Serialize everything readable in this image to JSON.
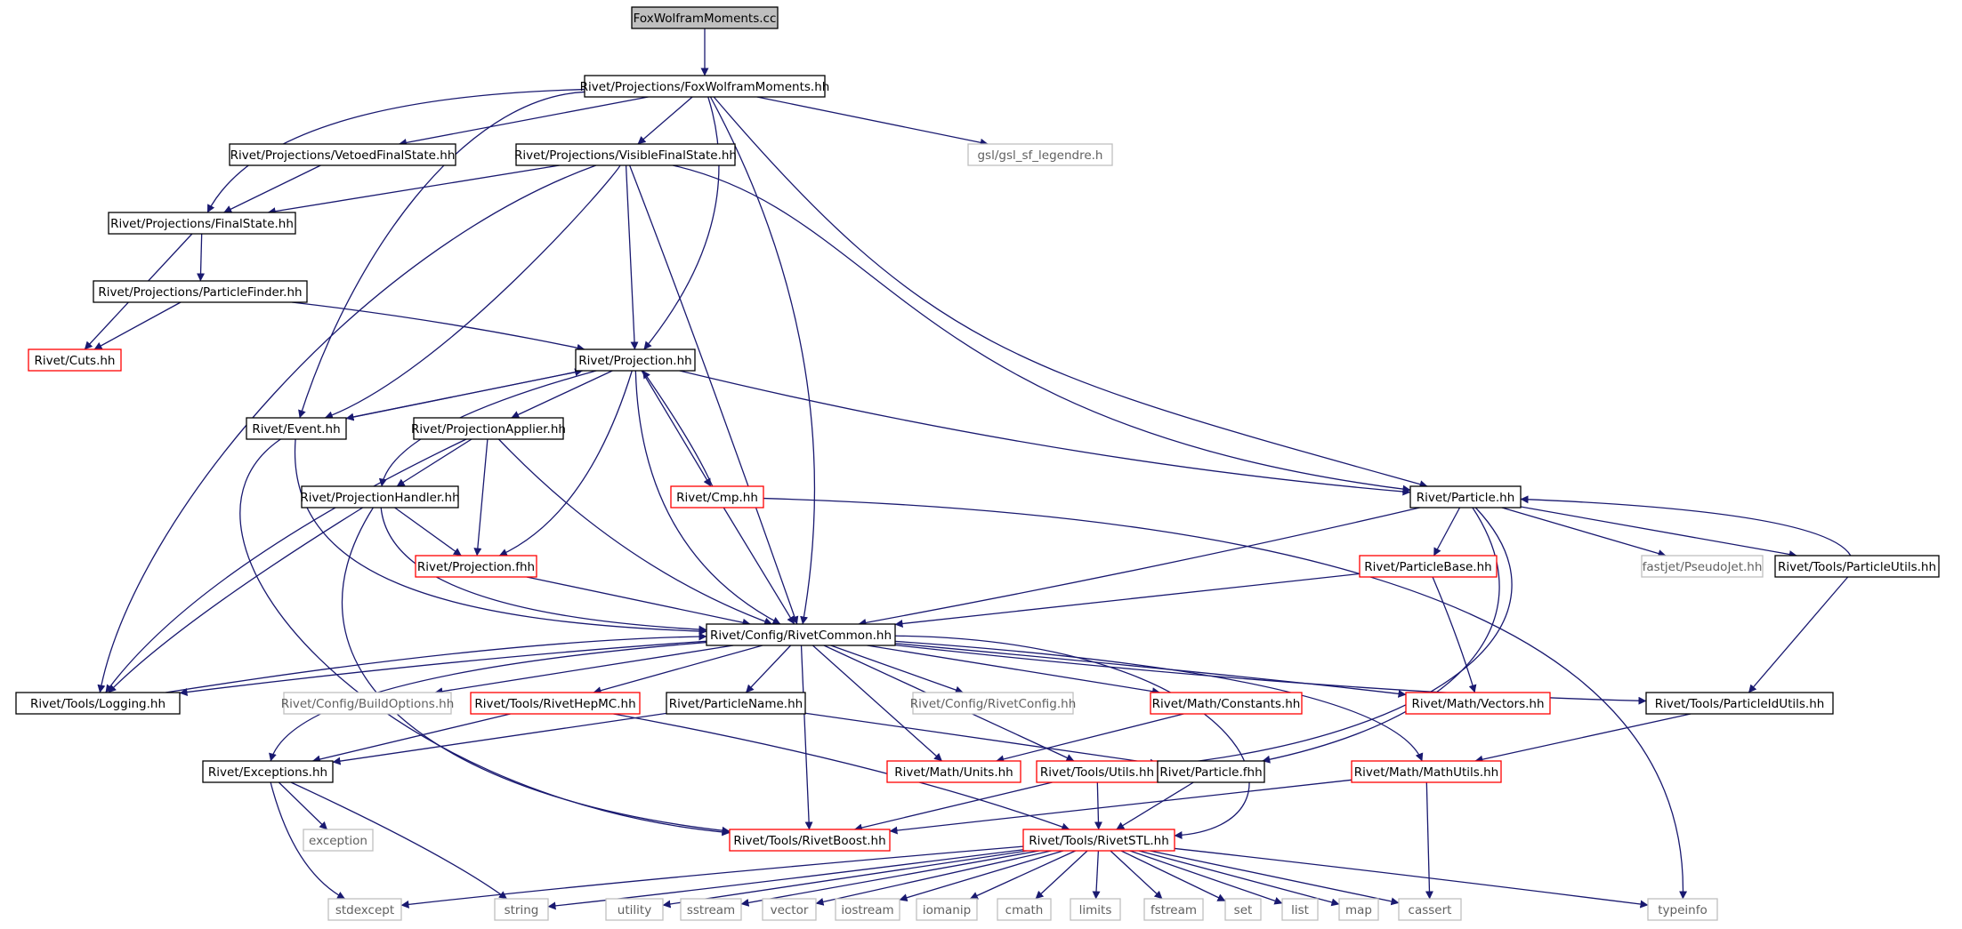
{
  "colors": {
    "edge": "#191970",
    "node_border_default": "#000000",
    "node_border_truncated": "#ff0000",
    "node_border_external": "#bfbfbf",
    "node_fill_root": "#bfbfbf",
    "node_fill_default": "#ffffff",
    "text_default": "#000000",
    "text_external": "#606060"
  },
  "nodes": [
    {
      "id": "fwm_cc",
      "label": "FoxWolframMoments.cc",
      "kind": "root"
    },
    {
      "id": "fwm_hh",
      "label": "Rivet/Projections/FoxWolframMoments.hh",
      "kind": "normal"
    },
    {
      "id": "vetoed",
      "label": "Rivet/Projections/VetoedFinalState.hh",
      "kind": "normal"
    },
    {
      "id": "visible",
      "label": "Rivet/Projections/VisibleFinalState.hh",
      "kind": "normal"
    },
    {
      "id": "gsl",
      "label": "gsl/gsl_sf_legendre.h",
      "kind": "external"
    },
    {
      "id": "finalstate",
      "label": "Rivet/Projections/FinalState.hh",
      "kind": "normal"
    },
    {
      "id": "pfinder",
      "label": "Rivet/Projections/ParticleFinder.hh",
      "kind": "normal"
    },
    {
      "id": "cuts",
      "label": "Rivet/Cuts.hh",
      "kind": "truncated"
    },
    {
      "id": "projection",
      "label": "Rivet/Projection.hh",
      "kind": "normal"
    },
    {
      "id": "event",
      "label": "Rivet/Event.hh",
      "kind": "normal"
    },
    {
      "id": "papplier",
      "label": "Rivet/ProjectionApplier.hh",
      "kind": "normal"
    },
    {
      "id": "phandler",
      "label": "Rivet/ProjectionHandler.hh",
      "kind": "normal"
    },
    {
      "id": "cmp",
      "label": "Rivet/Cmp.hh",
      "kind": "truncated"
    },
    {
      "id": "projfhh",
      "label": "Rivet/Projection.fhh",
      "kind": "truncated"
    },
    {
      "id": "particle",
      "label": "Rivet/Particle.hh",
      "kind": "normal"
    },
    {
      "id": "pseudojet",
      "label": "fastjet/PseudoJet.hh",
      "kind": "external"
    },
    {
      "id": "putils",
      "label": "Rivet/Tools/ParticleUtils.hh",
      "kind": "normal"
    },
    {
      "id": "pbase",
      "label": "Rivet/ParticleBase.hh",
      "kind": "truncated"
    },
    {
      "id": "rcommon",
      "label": "Rivet/Config/RivetCommon.hh",
      "kind": "normal"
    },
    {
      "id": "logging",
      "label": "Rivet/Tools/Logging.hh",
      "kind": "normal"
    },
    {
      "id": "buildopts",
      "label": "Rivet/Config/BuildOptions.hh",
      "kind": "external"
    },
    {
      "id": "hepmc",
      "label": "Rivet/Tools/RivetHepMC.hh",
      "kind": "truncated"
    },
    {
      "id": "pname",
      "label": "Rivet/ParticleName.hh",
      "kind": "normal"
    },
    {
      "id": "rconfig",
      "label": "Rivet/Config/RivetConfig.hh",
      "kind": "external"
    },
    {
      "id": "constants",
      "label": "Rivet/Math/Constants.hh",
      "kind": "truncated"
    },
    {
      "id": "vectors",
      "label": "Rivet/Math/Vectors.hh",
      "kind": "truncated"
    },
    {
      "id": "pidutils",
      "label": "Rivet/Tools/ParticleIdUtils.hh",
      "kind": "normal"
    },
    {
      "id": "exceptions",
      "label": "Rivet/Exceptions.hh",
      "kind": "normal"
    },
    {
      "id": "units",
      "label": "Rivet/Math/Units.hh",
      "kind": "truncated"
    },
    {
      "id": "tutils",
      "label": "Rivet/Tools/Utils.hh",
      "kind": "truncated"
    },
    {
      "id": "particlefhh",
      "label": "Rivet/Particle.fhh",
      "kind": "normal"
    },
    {
      "id": "mathutils",
      "label": "Rivet/Math/MathUtils.hh",
      "kind": "truncated"
    },
    {
      "id": "exception",
      "label": "exception",
      "kind": "external"
    },
    {
      "id": "rboost",
      "label": "Rivet/Tools/RivetBoost.hh",
      "kind": "truncated"
    },
    {
      "id": "rstl",
      "label": "Rivet/Tools/RivetSTL.hh",
      "kind": "truncated"
    },
    {
      "id": "stdexcept",
      "label": "stdexcept",
      "kind": "external"
    },
    {
      "id": "string",
      "label": "string",
      "kind": "external"
    },
    {
      "id": "utility",
      "label": "utility",
      "kind": "external"
    },
    {
      "id": "sstream",
      "label": "sstream",
      "kind": "external"
    },
    {
      "id": "vector",
      "label": "vector",
      "kind": "external"
    },
    {
      "id": "iostream",
      "label": "iostream",
      "kind": "external"
    },
    {
      "id": "iomanip",
      "label": "iomanip",
      "kind": "external"
    },
    {
      "id": "cmath",
      "label": "cmath",
      "kind": "external"
    },
    {
      "id": "limits",
      "label": "limits",
      "kind": "external"
    },
    {
      "id": "fstream",
      "label": "fstream",
      "kind": "external"
    },
    {
      "id": "set",
      "label": "set",
      "kind": "external"
    },
    {
      "id": "list",
      "label": "list",
      "kind": "external"
    },
    {
      "id": "map",
      "label": "map",
      "kind": "external"
    },
    {
      "id": "cassert",
      "label": "cassert",
      "kind": "external"
    },
    {
      "id": "typeinfo",
      "label": "typeinfo",
      "kind": "external"
    }
  ],
  "edges": [
    [
      "fwm_cc",
      "fwm_hh"
    ],
    [
      "fwm_hh",
      "finalstate"
    ],
    [
      "fwm_hh",
      "vetoed"
    ],
    [
      "fwm_hh",
      "visible"
    ],
    [
      "fwm_hh",
      "event"
    ],
    [
      "fwm_hh",
      "projection"
    ],
    [
      "fwm_hh",
      "rcommon"
    ],
    [
      "fwm_hh",
      "particle"
    ],
    [
      "fwm_hh",
      "gsl"
    ],
    [
      "vetoed",
      "finalstate"
    ],
    [
      "visible",
      "finalstate"
    ],
    [
      "visible",
      "logging"
    ],
    [
      "visible",
      "event"
    ],
    [
      "visible",
      "projection"
    ],
    [
      "visible",
      "rcommon"
    ],
    [
      "visible",
      "particle"
    ],
    [
      "finalstate",
      "pfinder"
    ],
    [
      "finalstate",
      "cuts"
    ],
    [
      "pfinder",
      "cuts"
    ],
    [
      "pfinder",
      "projection"
    ],
    [
      "projection",
      "event"
    ],
    [
      "projection",
      "papplier"
    ],
    [
      "projection",
      "phandler"
    ],
    [
      "projection",
      "cmp"
    ],
    [
      "projection",
      "projfhh"
    ],
    [
      "projection",
      "rcommon"
    ],
    [
      "projection",
      "particle"
    ],
    [
      "event",
      "projection"
    ],
    [
      "event",
      "rcommon"
    ],
    [
      "event",
      "rboost"
    ],
    [
      "papplier",
      "phandler"
    ],
    [
      "papplier",
      "projfhh"
    ],
    [
      "papplier",
      "rcommon"
    ],
    [
      "papplier",
      "logging"
    ],
    [
      "phandler",
      "projfhh"
    ],
    [
      "phandler",
      "rcommon"
    ],
    [
      "phandler",
      "logging"
    ],
    [
      "phandler",
      "rboost"
    ],
    [
      "cmp",
      "projection"
    ],
    [
      "cmp",
      "rcommon"
    ],
    [
      "cmp",
      "typeinfo"
    ],
    [
      "projfhh",
      "rcommon"
    ],
    [
      "particle",
      "rcommon"
    ],
    [
      "particle",
      "pbase"
    ],
    [
      "particle",
      "pseudojet"
    ],
    [
      "particle",
      "putils"
    ],
    [
      "particle",
      "particlefhh"
    ],
    [
      "particle",
      "tutils"
    ],
    [
      "putils",
      "particle"
    ],
    [
      "putils",
      "pidutils"
    ],
    [
      "pbase",
      "rcommon"
    ],
    [
      "pbase",
      "vectors"
    ],
    [
      "rcommon",
      "logging"
    ],
    [
      "rcommon",
      "buildopts"
    ],
    [
      "rcommon",
      "hepmc"
    ],
    [
      "rcommon",
      "pname"
    ],
    [
      "rcommon",
      "rconfig"
    ],
    [
      "rcommon",
      "constants"
    ],
    [
      "rcommon",
      "vectors"
    ],
    [
      "rcommon",
      "pidutils"
    ],
    [
      "rcommon",
      "exceptions"
    ],
    [
      "rcommon",
      "units"
    ],
    [
      "rcommon",
      "tutils"
    ],
    [
      "rcommon",
      "mathutils"
    ],
    [
      "rcommon",
      "rboost"
    ],
    [
      "rcommon",
      "rstl"
    ],
    [
      "logging",
      "rcommon"
    ],
    [
      "hepmc",
      "exceptions"
    ],
    [
      "hepmc",
      "rstl"
    ],
    [
      "pname",
      "exceptions"
    ],
    [
      "pname",
      "particlefhh"
    ],
    [
      "constants",
      "units"
    ],
    [
      "pidutils",
      "mathutils"
    ],
    [
      "exceptions",
      "exception"
    ],
    [
      "exceptions",
      "stdexcept"
    ],
    [
      "exceptions",
      "string"
    ],
    [
      "tutils",
      "rboost"
    ],
    [
      "tutils",
      "rstl"
    ],
    [
      "particlefhh",
      "rstl"
    ],
    [
      "mathutils",
      "rboost"
    ],
    [
      "mathutils",
      "cassert"
    ],
    [
      "rstl",
      "stdexcept"
    ],
    [
      "rstl",
      "string"
    ],
    [
      "rstl",
      "utility"
    ],
    [
      "rstl",
      "sstream"
    ],
    [
      "rstl",
      "vector"
    ],
    [
      "rstl",
      "iostream"
    ],
    [
      "rstl",
      "iomanip"
    ],
    [
      "rstl",
      "cmath"
    ],
    [
      "rstl",
      "limits"
    ],
    [
      "rstl",
      "fstream"
    ],
    [
      "rstl",
      "set"
    ],
    [
      "rstl",
      "list"
    ],
    [
      "rstl",
      "map"
    ],
    [
      "rstl",
      "cassert"
    ],
    [
      "rstl",
      "typeinfo"
    ]
  ]
}
